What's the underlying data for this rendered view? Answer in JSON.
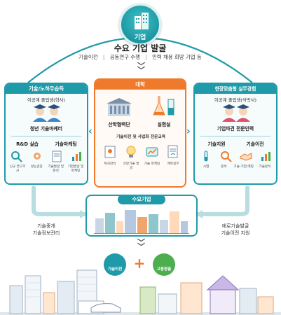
{
  "header": {
    "company_label": "기업",
    "demand_title": "수요 기업 발굴",
    "demand_items": [
      "기술이전",
      "공동연구 수행",
      "인력 채용 희망 기업 등"
    ],
    "separator": "|"
  },
  "left_panel": {
    "title": "기술/노하우습득",
    "graduates": "이공계 졸업생(학사)",
    "role": "청년 기술마케터",
    "sub_a": "R&D 실습",
    "sub_b": "기술마케팅",
    "items": [
      "신규 연구조사",
      "성능검증",
      "기술발굴 및 분석",
      "기업발굴 및 마케팅"
    ]
  },
  "university_panel": {
    "title": "대학",
    "unit_a": "산학협력단",
    "unit_b": "실험실",
    "education": "기술이전 및 사업화 전문교육",
    "items": [
      "특허관리",
      "유망기술 발굴",
      "기술 마케팅",
      "계약실무"
    ]
  },
  "right_panel": {
    "title": "현장맞춤형 실무경험",
    "graduates": "이공계 졸업생(석박사)",
    "role": "기업파견 전문인력",
    "sub_a": "기술지원",
    "sub_b": "기술이전",
    "items": [
      "시험",
      "분석",
      "기술-기업 매칭",
      "기술분석"
    ]
  },
  "demand_company": {
    "title": "수요기업"
  },
  "side_labels": {
    "left": [
      "기술중개",
      "기술정보관리"
    ],
    "right": [
      "애로기술발굴",
      "기술이전 지원"
    ]
  },
  "outcomes": {
    "a": "기술이전",
    "plus": "+",
    "b": "고용창출"
  },
  "colors": {
    "teal": "#1f9aa8",
    "orange": "#f07a2c",
    "green": "#4cae4f",
    "arrow": "#b9dde0"
  },
  "icons": [
    "building-icon",
    "graduates-icon",
    "lab-flask-icon",
    "city-skyline-icon",
    "car-icon"
  ]
}
